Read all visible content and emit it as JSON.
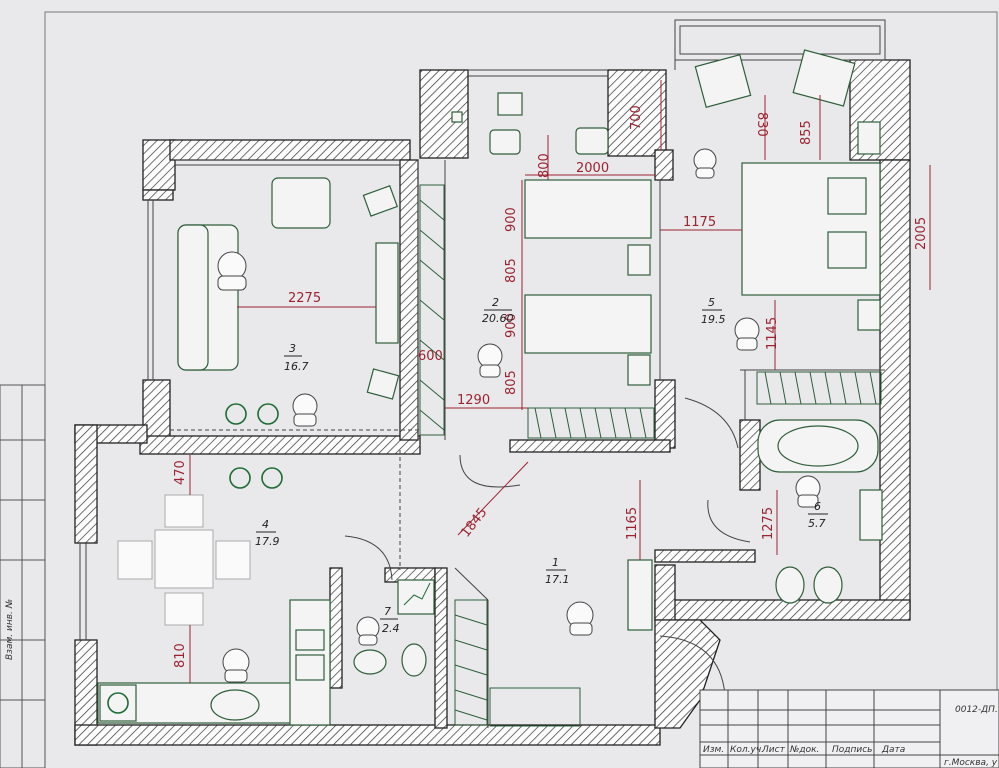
{
  "rooms": [
    {
      "number": "1",
      "area": "17.1"
    },
    {
      "number": "2",
      "area": "20.60"
    },
    {
      "number": "3",
      "area": "16.7"
    },
    {
      "number": "4",
      "area": "17.9"
    },
    {
      "number": "5",
      "area": "19.5"
    },
    {
      "number": "6",
      "area": "5.7"
    },
    {
      "number": "7",
      "area": "2.4"
    }
  ],
  "dimensions": [
    "700",
    "800",
    "2000",
    "830",
    "855",
    "900",
    "805",
    "900",
    "805",
    "1175",
    "2005",
    "1145",
    "2275",
    "600",
    "1290",
    "470",
    "1845",
    "1165",
    "1275",
    "810"
  ],
  "title_block": {
    "code": "0012-ДП.",
    "columns": [
      "Изм.",
      "Кол.уч.",
      "Лист",
      "№док.",
      "Подпись",
      "Дата"
    ],
    "city": "г.Москва, у"
  },
  "left_margin": {
    "stamp_text": "Взам. инв. №"
  },
  "colors": {
    "wall_hatch": "#222222",
    "dimension_text": "#9b2330",
    "furniture_outline": "#1f6b35",
    "paper": "#e9e9ec"
  }
}
